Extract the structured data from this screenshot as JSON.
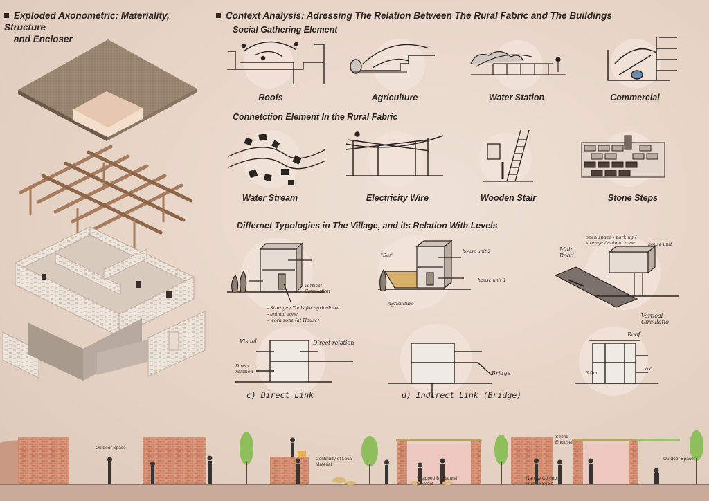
{
  "headings": {
    "exploded_line1": "Exploded  Axonometric:  Materiality,  Structure",
    "exploded_line2": "and Encloser",
    "context": "Context Analysis: Adressing The Relation Between The Rural Fabric and The Buildings",
    "social": "Social Gathering Element",
    "connection": "Connetction Element In the Rural Fabric",
    "typologies": "Differnet Typologies in The Village, and its Relation With Levels"
  },
  "social_items": [
    "Roofs",
    "Agriculture",
    "Water Station",
    "Commercial"
  ],
  "connection_items": [
    "Water Stream",
    "Electricity Wire",
    "Wooden Stair",
    "Stone Steps"
  ],
  "typology_notes": {
    "t1_vertical": "vertical Circulation",
    "t1_list": [
      "- Storage / Tools for agriculture",
      "- animal zone",
      "- work zone (at House)"
    ],
    "t2_unit2": "house unit 2",
    "t2_dar": "\"Dar\"",
    "t2_unit1": "house unit 1",
    "t2_agri": "Agriculture",
    "t3_open": "open space - parking / storage / animal zone",
    "t3_unit": "house unit",
    "t3_road": "Main Road",
    "t3_vert": "Vertical Circulatio"
  },
  "link_notes": {
    "visual": "Visual",
    "direct_relation": "Direct relation",
    "direct_relation_small": "Direct relation",
    "bridge": "Bridge",
    "roof": "Roof",
    "three_m": "3.0m",
    "o_c": "o.c."
  },
  "link_captions": [
    "c) Direct Link",
    "d) Indirect Link (Bridge)"
  ],
  "section_labels": {
    "outdoor_left": "Outdoor Space",
    "continuity": "Continuity of Local Material",
    "wrapped": "Wrapped By Natural Element",
    "strong": "Strong Encloser",
    "narrow": "Narrow Corridor, Human Scale",
    "outdoor_right": "Outdoor Space"
  },
  "colors": {
    "background": "#e8d7ca",
    "ink": "#2b2420",
    "brick": "#cf8a6e",
    "tree": "#8ebf5c",
    "soil": "#c99a82",
    "sand": "#d9b878"
  }
}
